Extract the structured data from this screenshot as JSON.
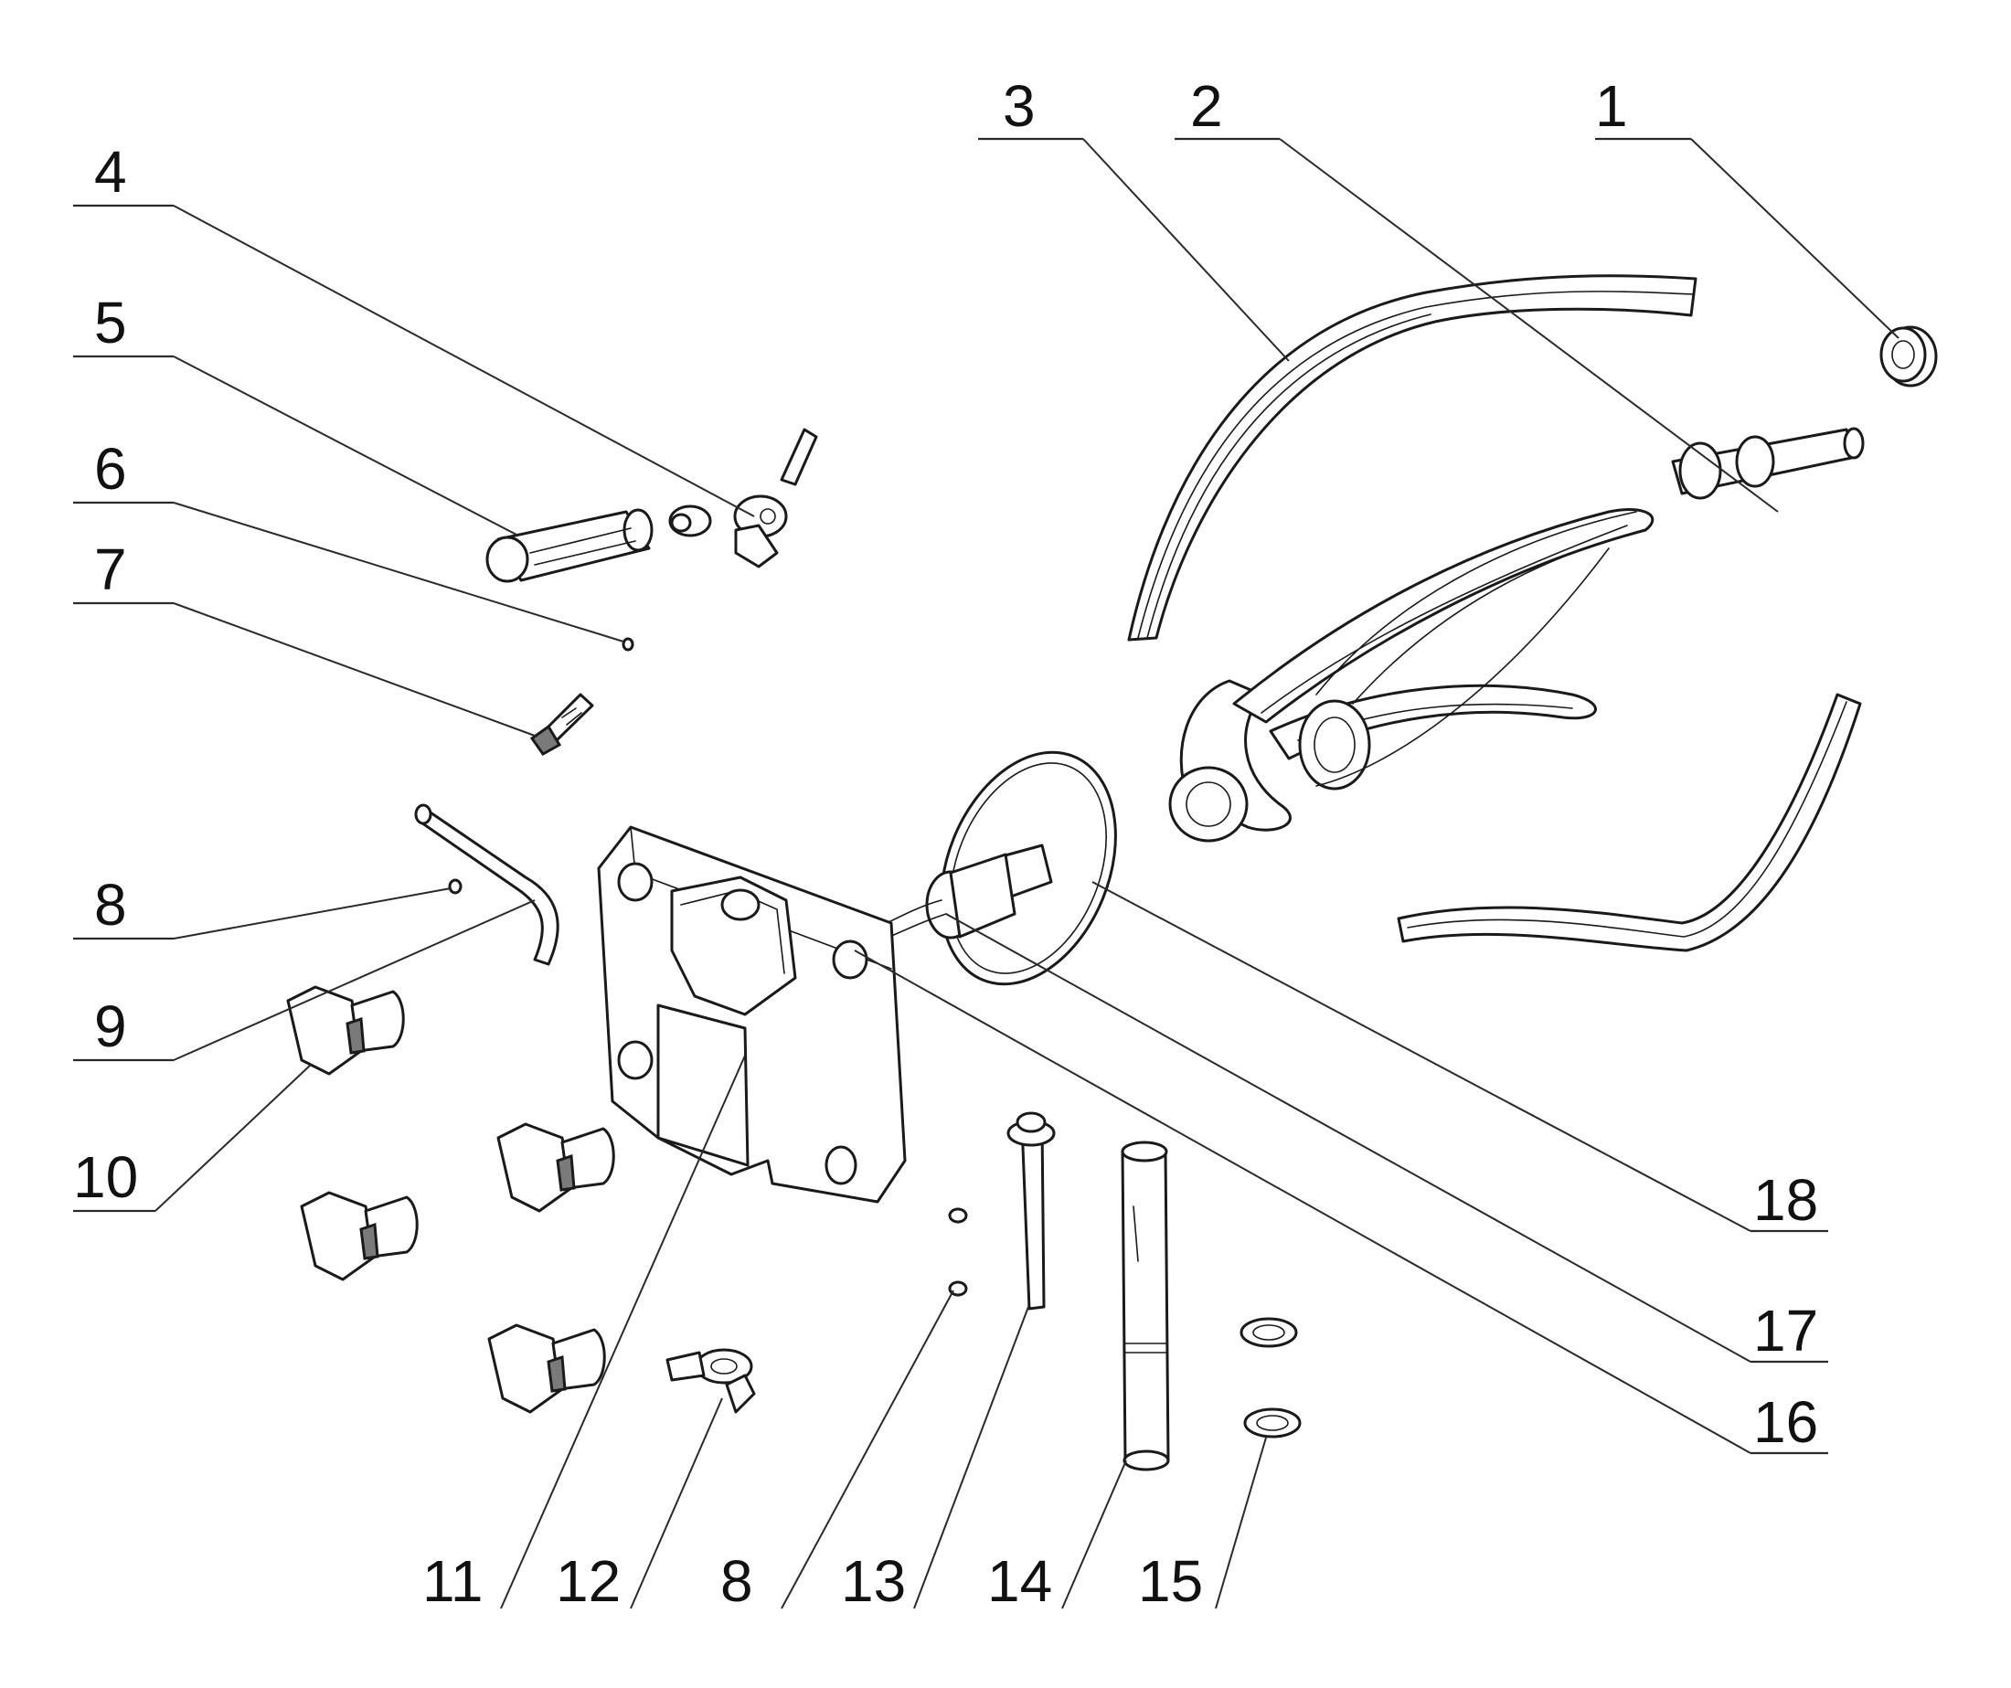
{
  "diagram": {
    "callouts": [
      {
        "id": "c1",
        "label": "1"
      },
      {
        "id": "c2",
        "label": "2"
      },
      {
        "id": "c3",
        "label": "3"
      },
      {
        "id": "c4",
        "label": "4"
      },
      {
        "id": "c5",
        "label": "5"
      },
      {
        "id": "c6",
        "label": "6"
      },
      {
        "id": "c7",
        "label": "7"
      },
      {
        "id": "c8a",
        "label": "8"
      },
      {
        "id": "c9",
        "label": "9"
      },
      {
        "id": "c10",
        "label": "10"
      },
      {
        "id": "c11",
        "label": "11"
      },
      {
        "id": "c12",
        "label": "12"
      },
      {
        "id": "c8b",
        "label": "8"
      },
      {
        "id": "c13",
        "label": "13"
      },
      {
        "id": "c14",
        "label": "14"
      },
      {
        "id": "c15",
        "label": "15"
      },
      {
        "id": "c16",
        "label": "16"
      },
      {
        "id": "c17",
        "label": "17"
      },
      {
        "id": "c18",
        "label": "18"
      }
    ]
  }
}
